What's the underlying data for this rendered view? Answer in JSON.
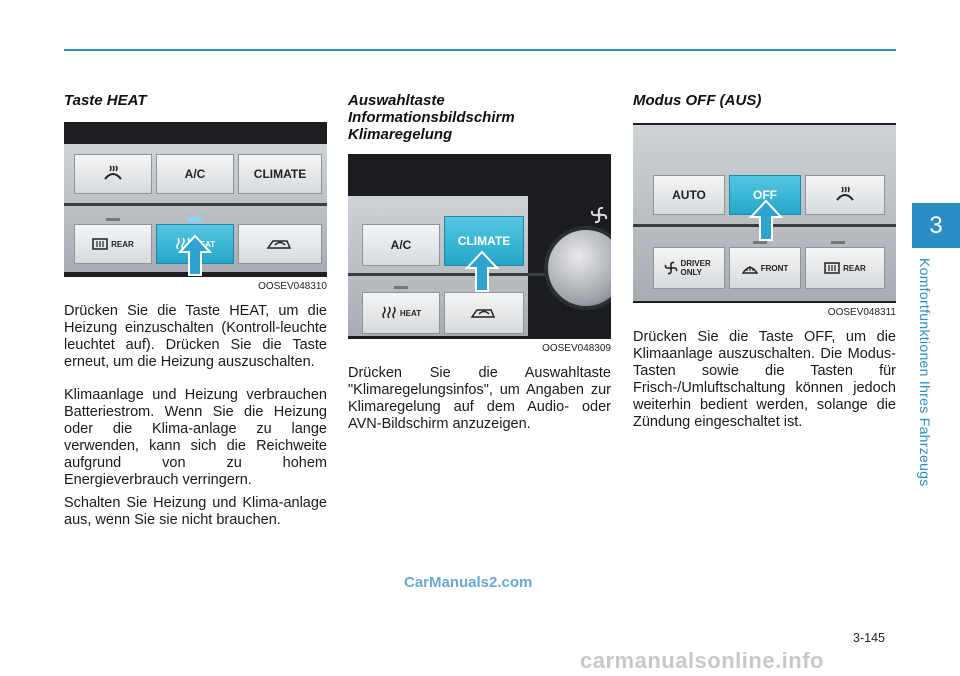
{
  "chapter": {
    "number": "3",
    "title": "Komfortfunktionen Ihres Fahrzeugs"
  },
  "page_number": "3-145",
  "watermark": "CarManuals2.com",
  "footer_site": "carmanualsonline.info",
  "sections": [
    {
      "heading": "Taste HEAT",
      "figure": {
        "caption": "OOSEV048310",
        "keys": {
          "ac": "A/C",
          "climate": "CLIMATE",
          "rear": "REAR",
          "heat": "HEAT"
        }
      },
      "paragraphs": [
        "Drücken Sie die Taste HEAT, um die Heizung einzuschalten (Kontroll-leuchte leuchtet auf). Drücken Sie die Taste erneut, um die Heizung auszuschalten.",
        "Klimaanlage und Heizung verbrauchen Batteriestrom. Wenn Sie die Heizung oder die Klima-anlage zu lange verwenden, kann sich die Reichweite aufgrund von zu hohem Energieverbrauch verringern.",
        "Schalten Sie Heizung und Klima-anlage aus, wenn Sie sie nicht brauchen."
      ]
    },
    {
      "heading": "Auswahltaste Informationsbildschirm Klimaregelung",
      "figure": {
        "caption": "OOSEV048309",
        "keys": {
          "ac": "A/C",
          "climate": "CLIMATE",
          "heat": "HEAT"
        }
      },
      "paragraphs": [
        "Drücken Sie die Auswahltaste \"Klimaregelungsinfos\", um Angaben zur Klimaregelung auf dem Audio- oder AVN-Bildschirm anzuzeigen."
      ]
    },
    {
      "heading": "Modus OFF (AUS)",
      "figure": {
        "caption": "OOSEV048311",
        "keys": {
          "auto": "AUTO",
          "off": "OFF",
          "driver_only": "DRIVER ONLY",
          "front": "FRONT",
          "rear": "REAR"
        }
      },
      "paragraphs": [
        "Drücken Sie die Taste OFF, um die Klimaanlage auszuschalten. Die Modus-Tasten sowie die Tasten für Frisch-/Umluftschaltung können jedoch weiterhin bedient werden, solange die Zündung eingeschaltet ist."
      ]
    }
  ],
  "colors": {
    "accent": "#2a8ec4",
    "button_active": "#25a7c9",
    "arrow": "#2ea3cf"
  }
}
